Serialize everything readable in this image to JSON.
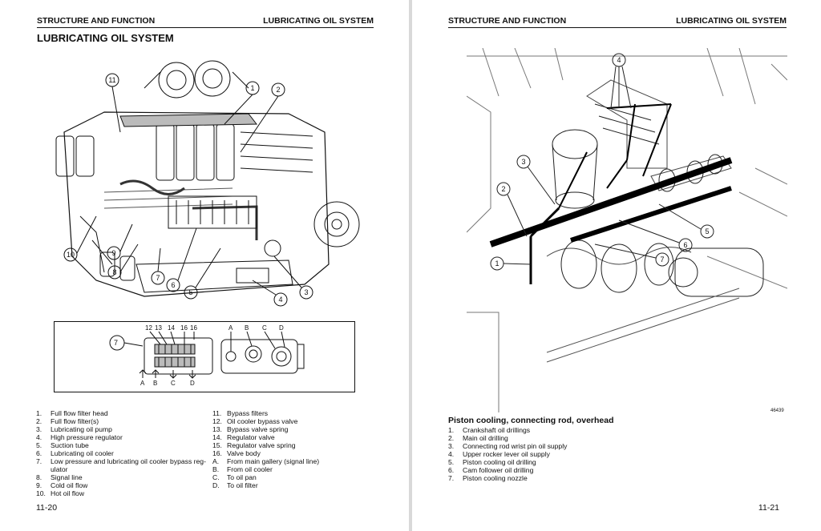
{
  "left_page": {
    "header": {
      "section": "STRUCTURE AND FUNCTION",
      "topic": "LUBRICATING OIL SYSTEM"
    },
    "title": "LUBRICATING OIL SYSTEM",
    "callouts_main": [
      "11",
      "1",
      "2",
      "10",
      "9",
      "8",
      "7",
      "6",
      "5",
      "4",
      "3"
    ],
    "callouts_detail": [
      "7",
      "12",
      "13",
      "14",
      "16",
      "16",
      "A",
      "B",
      "C",
      "D"
    ],
    "detail_arrows": [
      "A",
      "B",
      "C",
      "D"
    ],
    "legend_col1": [
      {
        "num": "1.",
        "text": "Full flow filter head"
      },
      {
        "num": "2.",
        "text": "Full flow filter(s)"
      },
      {
        "num": "3.",
        "text": "Lubricating oil pump"
      },
      {
        "num": "4.",
        "text": "High pressure regulator"
      },
      {
        "num": "5.",
        "text": "Suction tube"
      },
      {
        "num": "6.",
        "text": "Lubricating oil cooler"
      },
      {
        "num": "7.",
        "text": "Low pressure and lubricating oil cooler bypass reg-"
      },
      {
        "num": "",
        "text": "ulator"
      },
      {
        "num": "8.",
        "text": "Signal line"
      },
      {
        "num": "9.",
        "text": "Cold oil flow"
      },
      {
        "num": "10.",
        "text": "Hot oil flow"
      }
    ],
    "legend_col2": [
      {
        "num": "11.",
        "text": "Bypass filters"
      },
      {
        "num": "12.",
        "text": "Oil cooler bypass valve"
      },
      {
        "num": "13.",
        "text": "Bypass valve spring"
      },
      {
        "num": "14.",
        "text": "Regulator valve"
      },
      {
        "num": "15.",
        "text": "Regulator valve spring"
      },
      {
        "num": "16.",
        "text": "Valve body"
      },
      {
        "num": "A.",
        "text": "From main gallery (signal line)"
      },
      {
        "num": "B.",
        "text": "From oil cooler"
      },
      {
        "num": "C.",
        "text": "To oil pan"
      },
      {
        "num": "D.",
        "text": "To oil filter"
      }
    ],
    "page_number": "11-20"
  },
  "right_page": {
    "header": {
      "section": "STRUCTURE AND FUNCTION",
      "topic": "LUBRICATING OIL SYSTEM"
    },
    "callouts": [
      "4",
      "3",
      "2",
      "1",
      "5",
      "6",
      "7"
    ],
    "figure_code": "46439",
    "caption_title": "Piston cooling, connecting rod, overhead",
    "legend": [
      {
        "num": "1.",
        "text": "Crankshaft oil drillings"
      },
      {
        "num": "2.",
        "text": "Main oil drilling"
      },
      {
        "num": "3.",
        "text": "Connecting rod wrist pin oil supply"
      },
      {
        "num": "4.",
        "text": "Upper rocker lever oil supply"
      },
      {
        "num": "5.",
        "text": "Piston cooling oil drilling"
      },
      {
        "num": "6.",
        "text": "Cam follower oil drilling"
      },
      {
        "num": "7.",
        "text": "Piston cooling nozzle"
      }
    ],
    "page_number": "11-21"
  }
}
